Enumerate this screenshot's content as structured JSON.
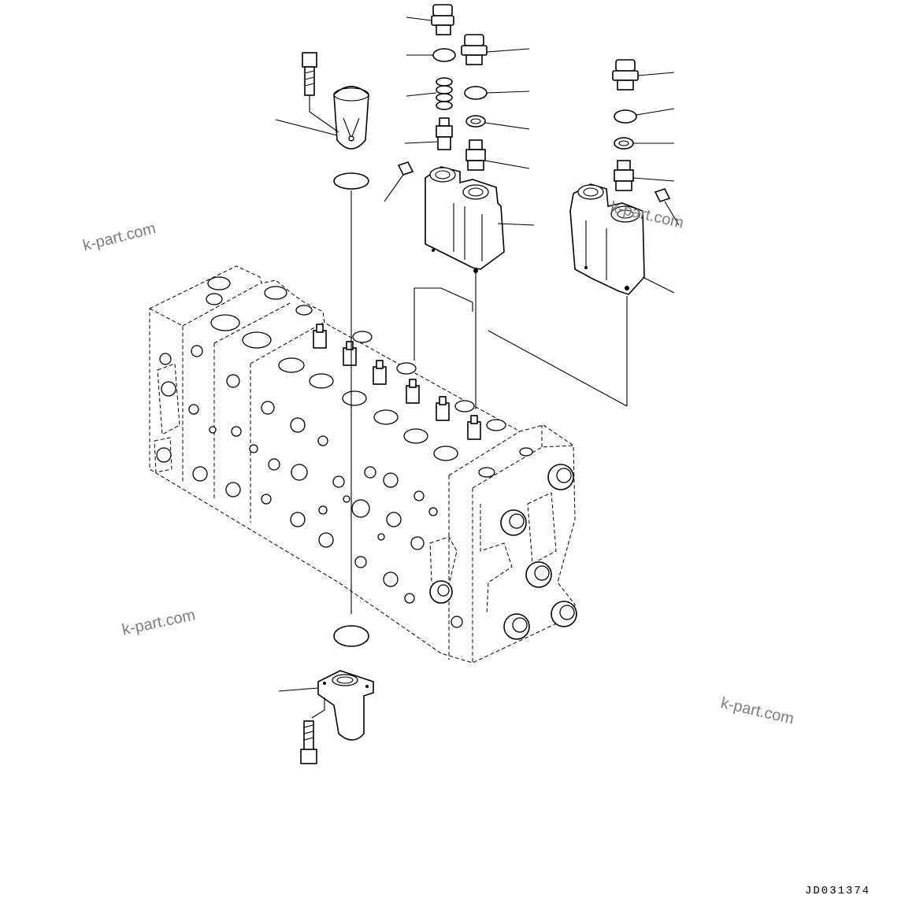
{
  "drawing": {
    "code": "JD031374"
  },
  "watermarks": [
    "k-part.com",
    "k-part.com",
    "k-part.com",
    "k-part.com"
  ]
}
